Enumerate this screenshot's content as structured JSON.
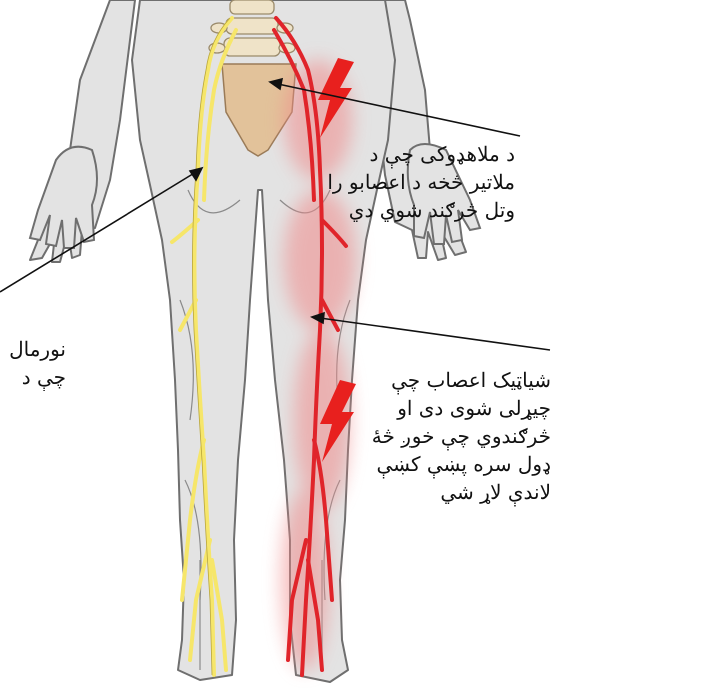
{
  "colors": {
    "skin": "#e3e3e3",
    "outline": "#6f6f6f",
    "normal_nerve": "#f6e66a",
    "affected_nerve": "#e0242a",
    "sacrum": "#e2c29a",
    "lightning": "#e8201e",
    "glow": "#f08a8a"
  },
  "icons": [
    "lightning-icon"
  ],
  "labels": {
    "top_right": {
      "line1": "د ملاهډوکی چې د",
      "line2": "ملاتیر څخه د اعصابو را",
      "line3": "وتل څرګند شوي دي"
    },
    "sciatic": {
      "line1": "شیاټیک اعصاب چې",
      "line2": "چیړلی شوی دی او",
      "line3": "څرګندوي چې خوږ څهٔ",
      "line4": "ډول سره پښې کښې",
      "line5": "لاندې لاړ شي"
    },
    "left": {
      "line1": "نورمال",
      "line2": "چې د"
    }
  }
}
